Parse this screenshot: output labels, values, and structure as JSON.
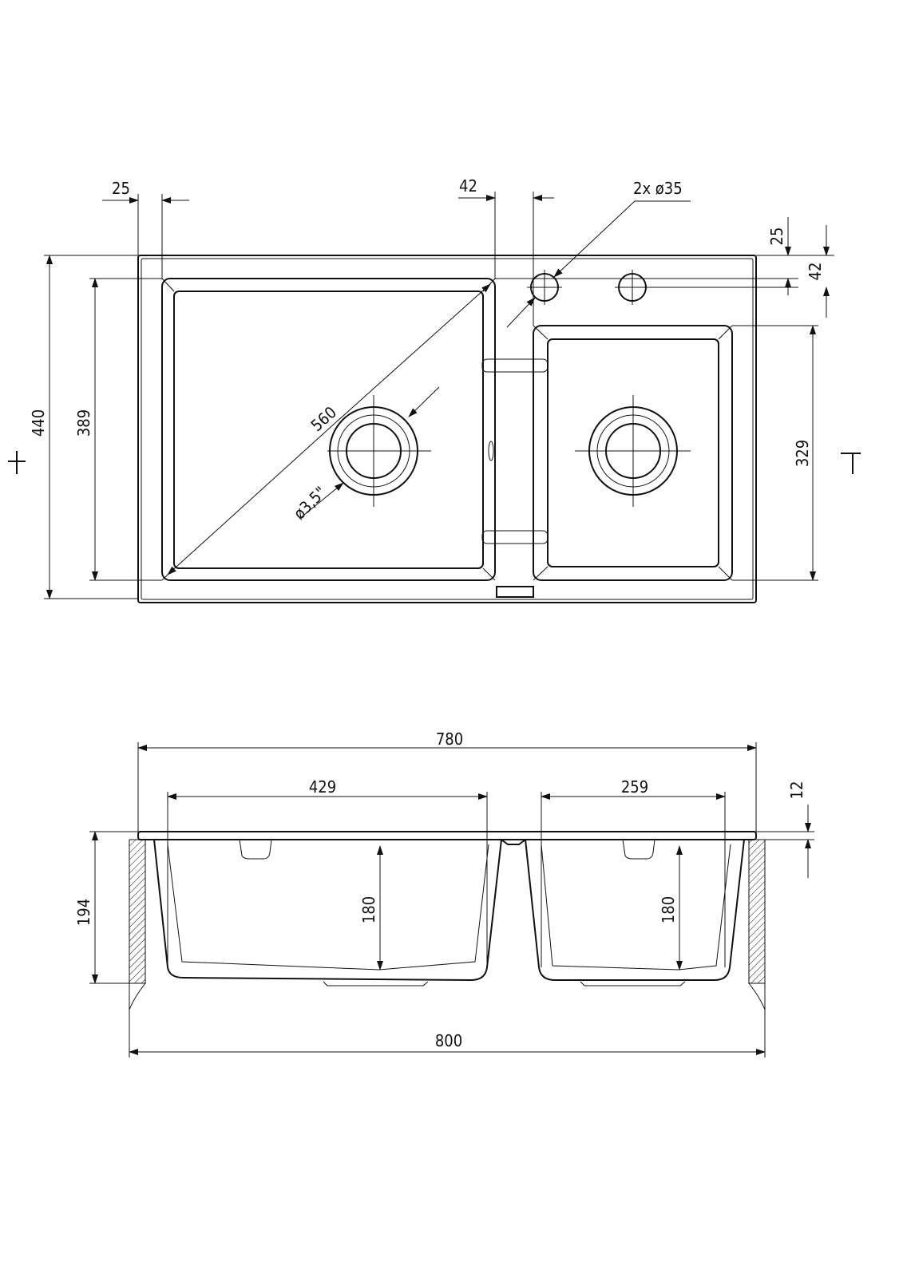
{
  "top_view": {
    "dims": {
      "left_margin": "25",
      "bridge_offset": "42",
      "tap_holes": "2x ø35",
      "top_margin": "25",
      "tap_offset": "42",
      "total_depth": "440",
      "large_bowl_depth": "389",
      "diagonal": "560",
      "drain": "ø3,5\"",
      "small_bowl_depth": "329"
    }
  },
  "side_view": {
    "dims": {
      "top_width": "780",
      "large_bowl_width": "429",
      "small_bowl_width": "259",
      "rim_thickness": "12",
      "total_height": "194",
      "large_bowl_height": "180",
      "small_bowl_height": "180",
      "cabinet_width": "800"
    }
  },
  "colors": {
    "line": "#111111",
    "background": "#ffffff"
  }
}
